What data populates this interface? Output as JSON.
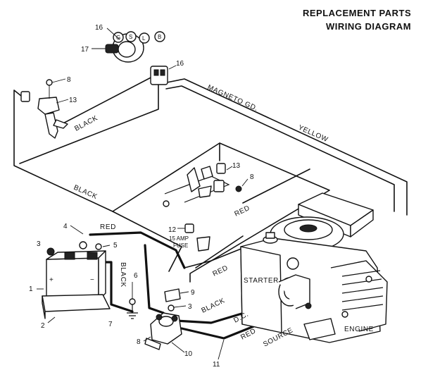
{
  "title": {
    "line1": "REPLACEMENT PARTS",
    "line2": "WIRING DIAGRAM"
  },
  "wire_labels": {
    "magneto_gd": "MAGNETO GD.",
    "yellow": "YELLOW",
    "black_upper": "BLACK",
    "black_left": "BLACK",
    "red_center": "RED",
    "red_top": "RED",
    "red_lower": "RED",
    "black_vertical": "BLACK",
    "black_dc": "BLACK",
    "dc": "D.C.",
    "red_source": "RED",
    "source": "SOURCE"
  },
  "component_labels": {
    "starter": "STARTER",
    "engine": "ENGINE",
    "fuse_line1": "15 AMP",
    "fuse_line2": "FUSE"
  },
  "switch_terminals": [
    "G",
    "S",
    "L",
    "B"
  ],
  "part_numbers": {
    "n16_switch": "16",
    "n17": "17",
    "n16_connector": "16",
    "n8_top": "8",
    "n13_left": "13",
    "n13_center": "13",
    "n8_center": "8",
    "n12": "12",
    "n4": "4",
    "n3_battery": "3",
    "n5": "5",
    "n1": "1",
    "n2": "2",
    "n6": "6",
    "n7": "7",
    "n9": "9",
    "n3_solenoid": "3",
    "n8_solenoid": "8",
    "n10": "10",
    "n11": "11"
  },
  "icons": {
    "ignition_switch": "ignition-switch-icon",
    "battery": "battery-icon",
    "solenoid": "solenoid-icon",
    "engine": "engine-icon",
    "fuse": "fuse-icon",
    "safety_switch": "safety-switch-icon"
  }
}
